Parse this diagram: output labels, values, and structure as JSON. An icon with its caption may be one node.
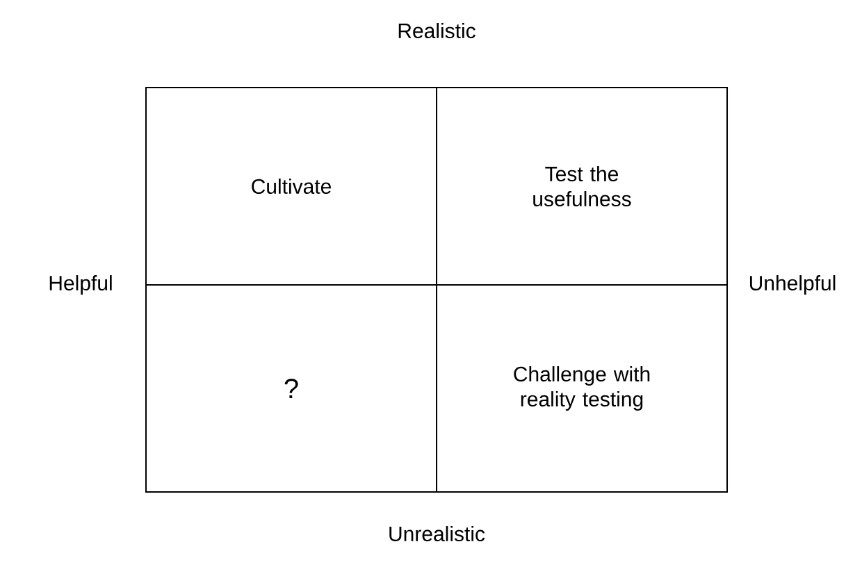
{
  "diagram": {
    "nodes": [
      {
        "text": [
          "Cultivate"
        ]
      },
      {
        "text": [
          "Test the usefulness"
        ]
      },
      {
        "text": [
          "?"
        ]
      },
      {
        "text": [
          "Challenge with reality testing"
        ]
      }
    ],
    "labels": [
      "Realistic",
      "Helpful",
      "Unhelpful",
      "Unrealistic"
    ]
  }
}
